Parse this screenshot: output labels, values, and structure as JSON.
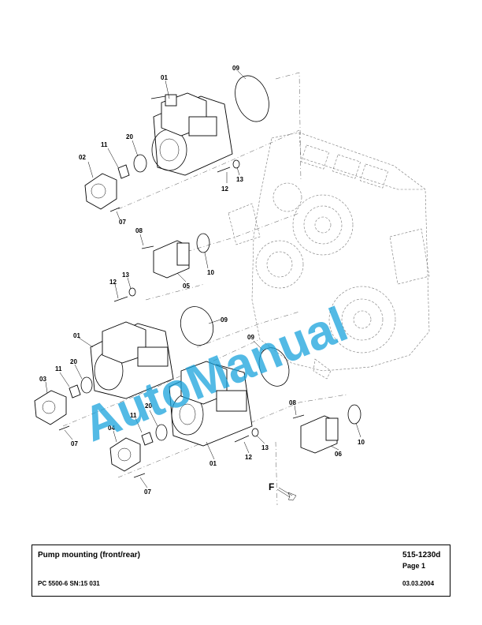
{
  "watermark": "AutoManual",
  "labels": {
    "p01a": "01",
    "p09a": "09",
    "p20a": "20",
    "p11a": "11",
    "p02": "02",
    "p12a": "12",
    "p13a": "13",
    "p07a": "07",
    "p08a": "08",
    "p10a": "10",
    "p05": "05",
    "p12b": "12",
    "p13b": "13",
    "p09b": "09",
    "p09c": "09",
    "p01b": "01",
    "p20b": "20",
    "p11b": "11",
    "p03": "03",
    "p07b": "07",
    "p11c": "11",
    "p20c": "20",
    "p04": "04",
    "p07c": "07",
    "p01c": "01",
    "p12c": "12",
    "p13c": "13",
    "p08b": "08",
    "p10b": "10",
    "p06": "06"
  },
  "direction_letter": "F",
  "title_block": {
    "title": "Pump mounting (front/rear)",
    "doc_number": "515-1230d",
    "page": "Page 1",
    "model": "PC 5500-6 SN:15 031",
    "date": "03.03.2004"
  }
}
